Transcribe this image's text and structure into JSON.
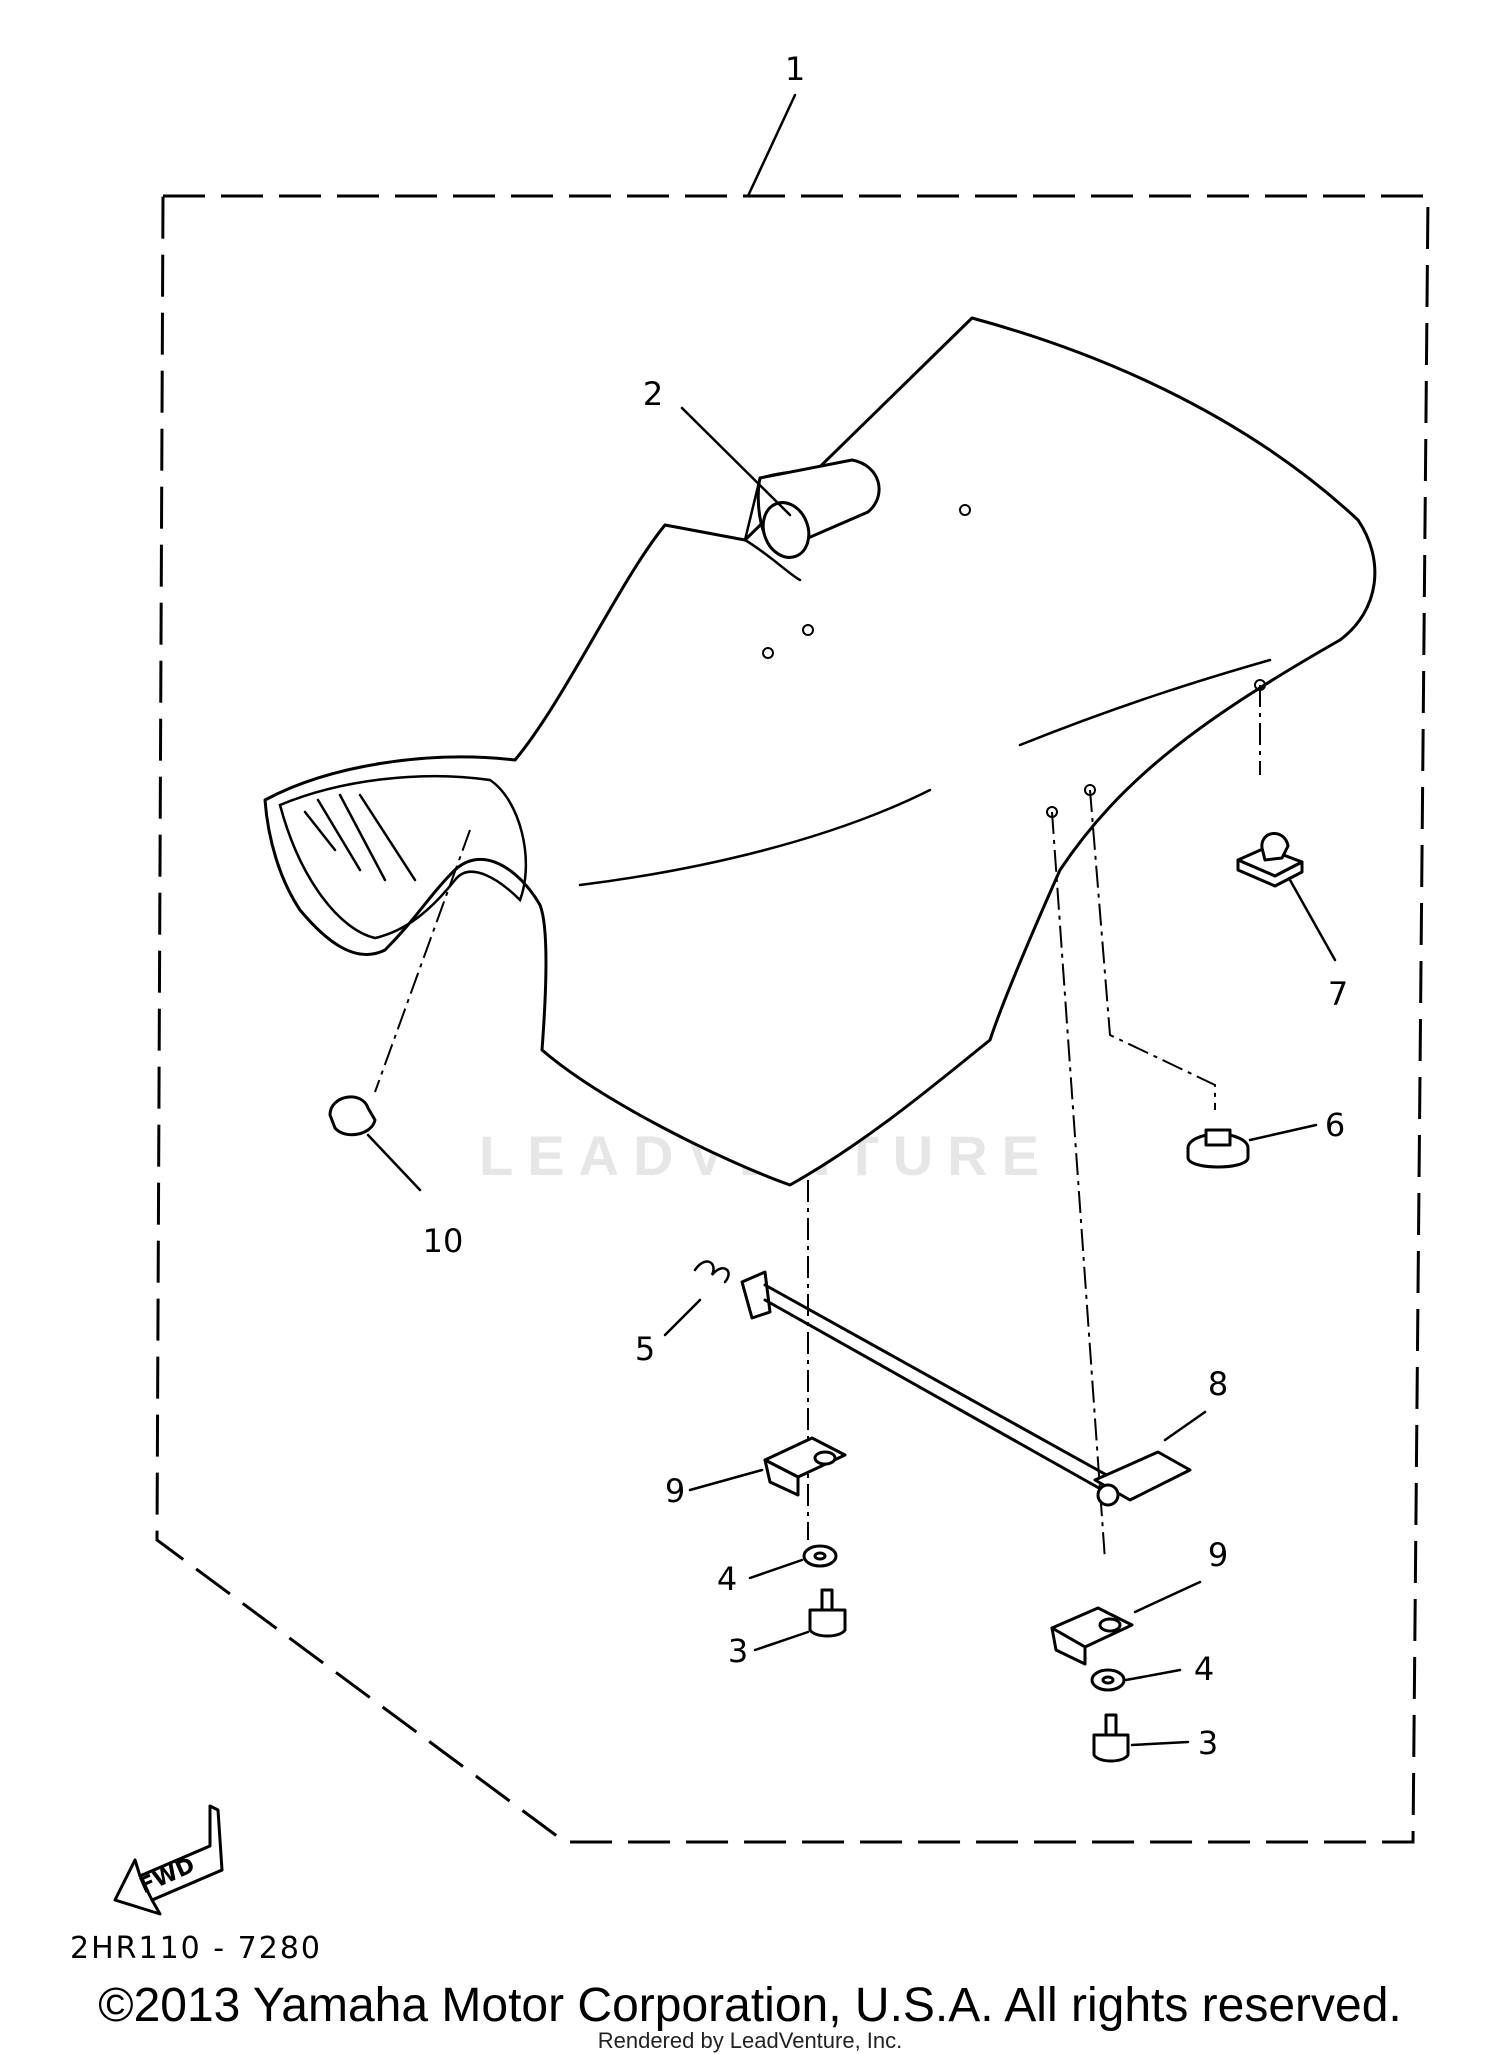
{
  "diagram": {
    "callouts": [
      "1",
      "2",
      "3",
      "3",
      "4",
      "4",
      "5",
      "6",
      "7",
      "8",
      "9",
      "9",
      "10"
    ],
    "fwd_label": "FWD",
    "drawing_code": "2HR110 - 7280",
    "watermark": "LEADVENTURE",
    "watermark_icon": "flame-v-logo",
    "copyright": "©2013 Yamaha Motor Corporation, U.S.A. All rights reserved.",
    "rendered_by": "Rendered by LeadVenture, Inc."
  }
}
